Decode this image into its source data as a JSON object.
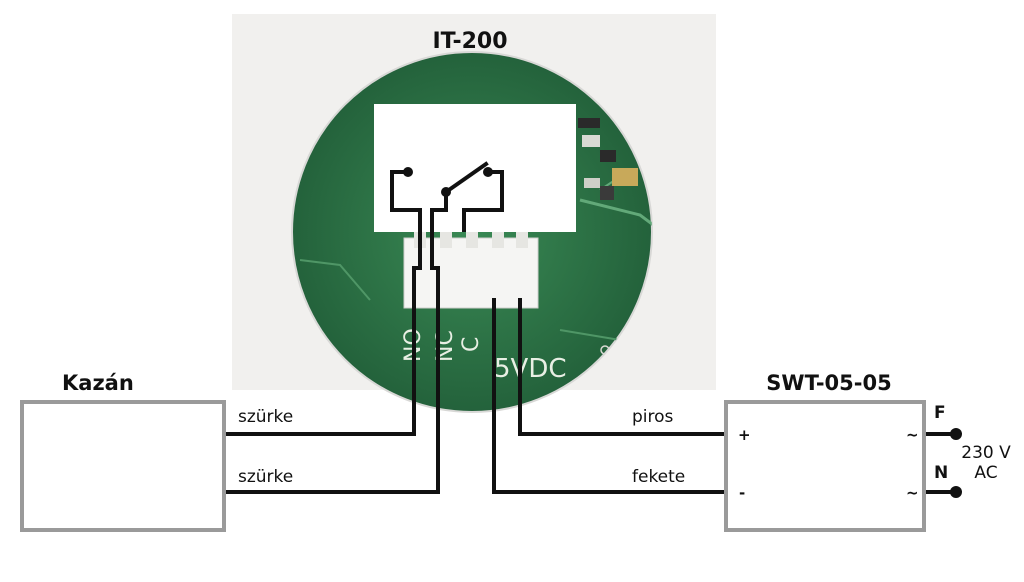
{
  "device": {
    "title": "IT-200",
    "pcb_markings": [
      "NO",
      "NC",
      "C",
      "5VDC"
    ]
  },
  "boiler": {
    "title": "Kazán"
  },
  "psu": {
    "title": "SWT-05-05",
    "plus": "+",
    "minus": "-",
    "tilde_top": "~",
    "tilde_bottom": "~"
  },
  "wires": {
    "top_left": "szürke",
    "bottom_left": "szürke",
    "top_right": "piros",
    "bottom_right": "fekete"
  },
  "mains": {
    "phase": "F",
    "neutral": "N",
    "voltage_line1": "230 V",
    "voltage_line2": "AC"
  },
  "colors": {
    "panel_bg": "#f1f0ee",
    "pcb_green": "#2f7a4a",
    "wire": "#111111",
    "box_border": "#9a9a9a"
  }
}
